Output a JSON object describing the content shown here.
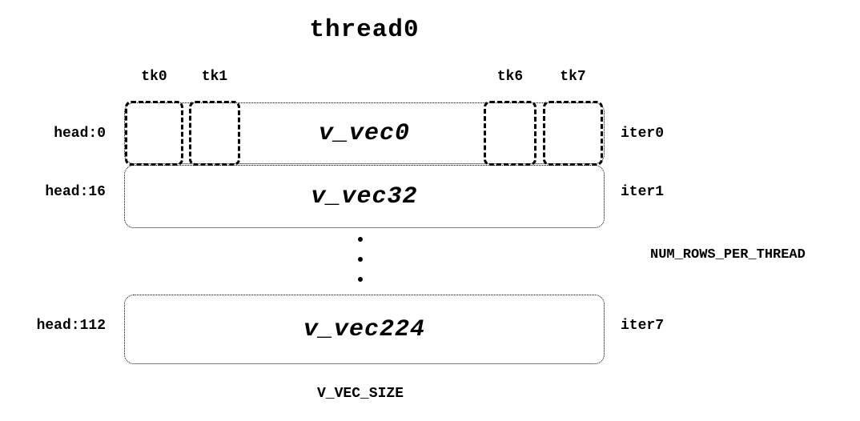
{
  "diagram": {
    "title": "thread0",
    "tk_labels": [
      "tk0",
      "tk1",
      "tk6",
      "tk7"
    ],
    "rows": [
      {
        "head": "head:0",
        "vec": "v_vec0",
        "iter": "iter0"
      },
      {
        "head": "head:16",
        "vec": "v_vec32",
        "iter": "iter1"
      },
      {
        "head": "head:112",
        "vec": "v_vec224",
        "iter": "iter7"
      }
    ],
    "right_label": "NUM_ROWS_PER_THREAD",
    "bottom_label": "V_VEC_SIZE",
    "colors": {
      "foreground": "#000000",
      "background": "#ffffff"
    }
  }
}
